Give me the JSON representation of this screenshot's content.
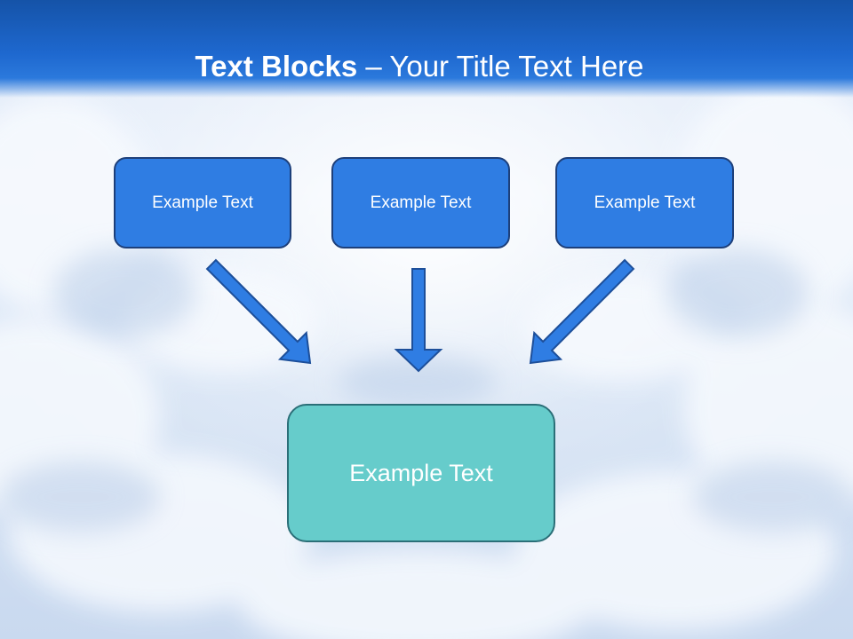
{
  "slide": {
    "title_bold": "Text Blocks",
    "title_sep": " – ",
    "title_rest": "Your Title Text Here"
  },
  "blocks": [
    {
      "label": "Example Text"
    },
    {
      "label": "Example Text"
    },
    {
      "label": "Example Text"
    }
  ],
  "target": {
    "label": "Example Text"
  },
  "colors": {
    "header": "#1e68cf",
    "block_fill": "#2f7de3",
    "block_border": "#1d3f7a",
    "target_fill": "#66cccb",
    "arrow": "#2f7de3"
  },
  "icons": [
    "arrow-down-right-icon",
    "arrow-down-icon",
    "arrow-down-left-icon"
  ]
}
